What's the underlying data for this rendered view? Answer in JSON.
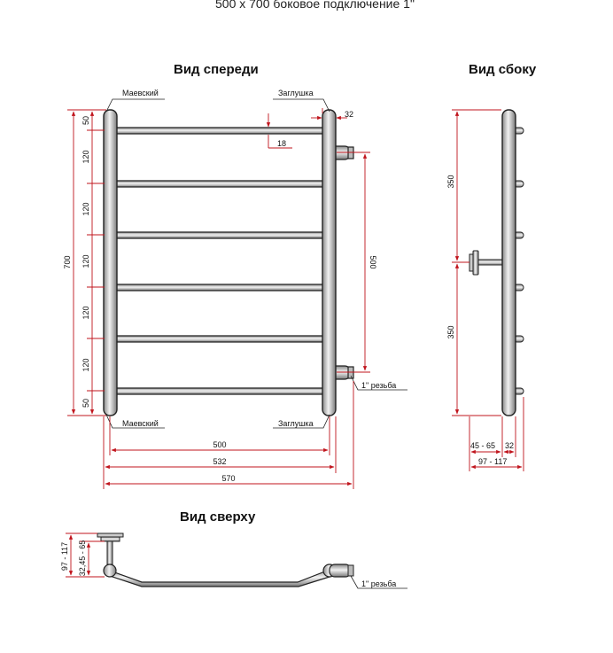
{
  "title": "500 x 700 боковое подключение 1\"",
  "views": {
    "front": "Вид спереди",
    "side": "Вид сбоку",
    "top": "Вид сверху"
  },
  "labels": {
    "mayevsky_top": "Маевский",
    "mayevsky_bottom": "Маевский",
    "plug_top": "Заглушка",
    "plug_bottom": "Заглушка",
    "thread_front": "1\" резьба",
    "thread_top": "1\" резьба"
  },
  "dimensions": {
    "front_left": [
      "50",
      "120",
      "120",
      "120",
      "120",
      "120",
      "50"
    ],
    "total_height": "700",
    "connection_distance": "500",
    "pipe_diameter": "32",
    "bar_diameter": "18",
    "width_500": "500",
    "width_532": "532",
    "width_570": "570",
    "side_upper": "350",
    "side_lower": "350",
    "side_offset": "45 - 65",
    "side_pipe": "32",
    "side_depth": "97 - 117",
    "top_depth": "97 - 117",
    "top_offset": "32,45 - 65"
  },
  "colors": {
    "dimension": "#c0141c",
    "pipe_fill": "#d8d8d8",
    "outline": "#222222"
  }
}
